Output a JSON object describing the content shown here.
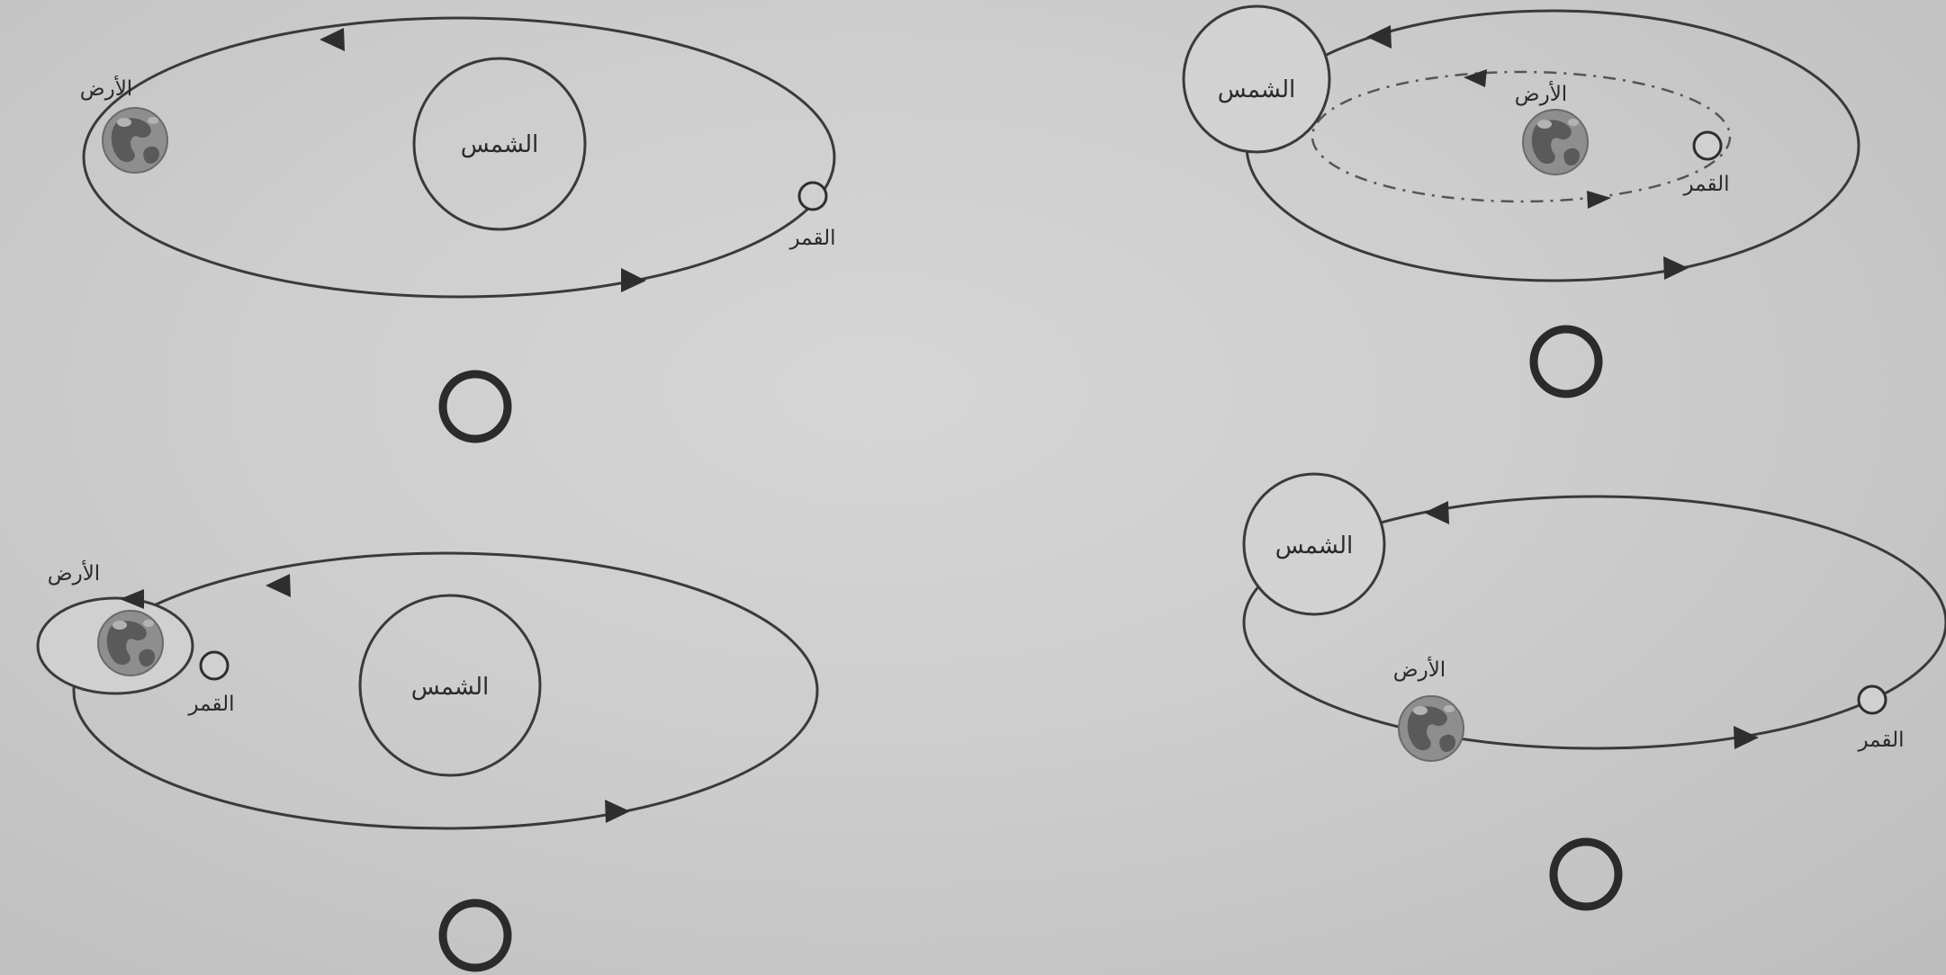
{
  "labels": {
    "sun": "الشمس",
    "earth": "الأرض",
    "moon": "القمر"
  },
  "options": [
    {
      "id": "top-left",
      "sun_label": "الشمس",
      "earth_label": "الأرض",
      "moon_label": "القمر"
    },
    {
      "id": "top-right",
      "sun_label": "الشمس",
      "earth_label": "الأرض",
      "moon_label": "القمر"
    },
    {
      "id": "bottom-left",
      "sun_label": "الشمس",
      "earth_label": "الأرض",
      "moon_label": "القمر"
    },
    {
      "id": "bottom-right",
      "sun_label": "الشمس",
      "earth_label": "الأرض",
      "moon_label": "القمر"
    }
  ],
  "colors": {
    "line": "#3a3a3a",
    "background": "#c9c9c9"
  },
  "icons": {
    "earth": "earth-globe-icon",
    "moon": "moon-circle-icon",
    "answer": "answer-bubble"
  }
}
